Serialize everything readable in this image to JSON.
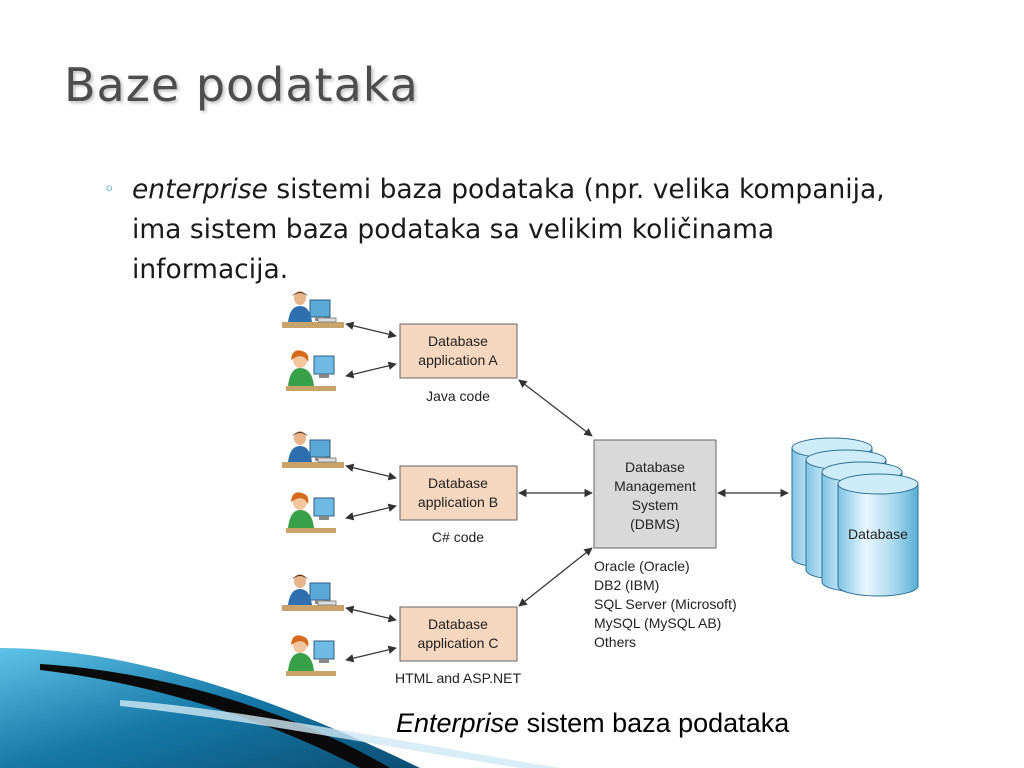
{
  "slide": {
    "title": "Baze podataka",
    "bullet": {
      "emphasis": "enterprise",
      "text": " sistemi baza podataka (npr. velika kompanija, ima sistem baza podataka sa velikim količinama informacija."
    },
    "caption": {
      "emphasis": "Enterprise",
      "text": " sistem baza podataka"
    }
  },
  "diagram": {
    "applications": [
      {
        "line1": "Database",
        "line2": "application A",
        "code": "Java code"
      },
      {
        "line1": "Database",
        "line2": "application B",
        "code": "C# code"
      },
      {
        "line1": "Database",
        "line2": "application C",
        "code": "HTML and ASP.NET"
      }
    ],
    "dbms": {
      "lines": [
        "Database",
        "Management",
        "System",
        "(DBMS)"
      ]
    },
    "vendors": [
      "Oracle (Oracle)",
      "DB2 (IBM)",
      "SQL Server (Microsoft)",
      "MySQL (MySQL AB)",
      "Others"
    ],
    "database_label": "Database"
  },
  "colors": {
    "title": "#4d4d4d",
    "bullet_marker": "#1b8bb0",
    "app_box_fill": "#f5d6bf",
    "dbms_box_fill": "#d9d9d9",
    "cylinder_fill": "#a9d8ee",
    "accent_blue": "#1679a8",
    "accent_dark": "#0a0a0a"
  }
}
